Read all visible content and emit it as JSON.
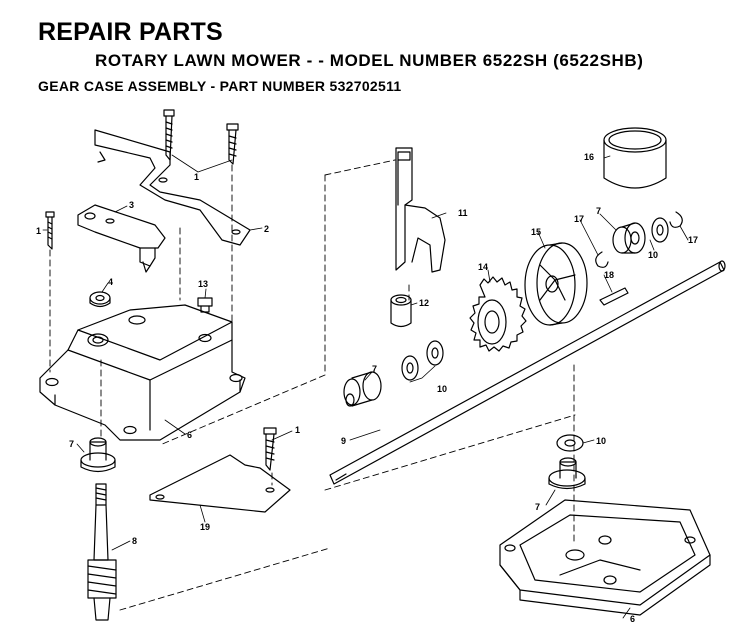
{
  "header": {
    "title": "REPAIR PARTS",
    "subtitle": "ROTARY LAWN MOWER - - MODEL NUMBER 6522SH (6522SHB)",
    "assembly": "GEAR CASE ASSEMBLY - PART NUMBER 532702511"
  },
  "callouts": {
    "c1a": "1",
    "c1b": "1",
    "c1c": "1",
    "c2": "2",
    "c3": "3",
    "c4": "4",
    "c6a": "6",
    "c6b": "6",
    "c7a": "7",
    "c7b": "7",
    "c7c": "7",
    "c7d": "7",
    "c8": "8",
    "c9": "9",
    "c10a": "10",
    "c10b": "10",
    "c10c": "10",
    "c11": "11",
    "c12": "12",
    "c13": "13",
    "c14": "14",
    "c15": "15",
    "c16": "16",
    "c17a": "17",
    "c17b": "17",
    "c18": "18",
    "c19": "19"
  }
}
